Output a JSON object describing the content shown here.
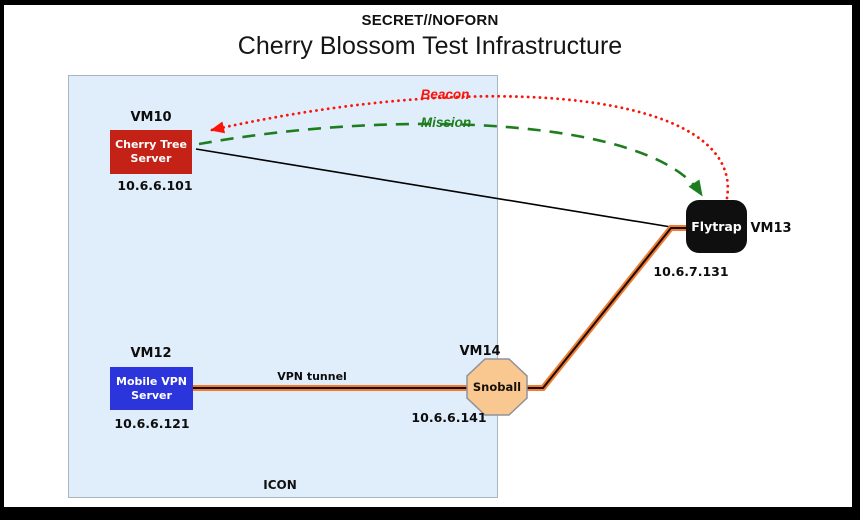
{
  "header": {
    "classification": "SECRET//NOFORN",
    "title": "Cherry Blossom Test Infrastructure"
  },
  "zone": {
    "label": "ICON",
    "fill": "#e0edfb"
  },
  "nodes": {
    "cherry_tree": {
      "vm": "VM10",
      "name_lines": [
        "Cherry Tree",
        "Server"
      ],
      "ip": "10.6.6.101",
      "color": "#c52217"
    },
    "mobile_vpn": {
      "vm": "VM12",
      "name_lines": [
        "Mobile VPN",
        "Server"
      ],
      "ip": "10.6.6.121",
      "color": "#2c35dc"
    },
    "flytrap": {
      "vm": "VM13",
      "name": "Flytrap",
      "ip": "10.6.7.131",
      "color": "#0f0f0f"
    },
    "snoball": {
      "vm": "VM14",
      "name": "Snoball",
      "ip": "10.6.6.141",
      "color": "#f9c891",
      "border_color": "#8f9399"
    }
  },
  "links": {
    "beacon": {
      "label": "Beacon",
      "color": "#fb1408",
      "style": "dotted"
    },
    "mission": {
      "label": "Mission",
      "color": "#1e7d1e",
      "style": "dashed"
    },
    "vpn_tunnel": {
      "label": "VPN tunnel",
      "outer_color": "#ee7d33",
      "core_color": "#1d0c02"
    },
    "direct": {
      "color": "#000000"
    }
  }
}
